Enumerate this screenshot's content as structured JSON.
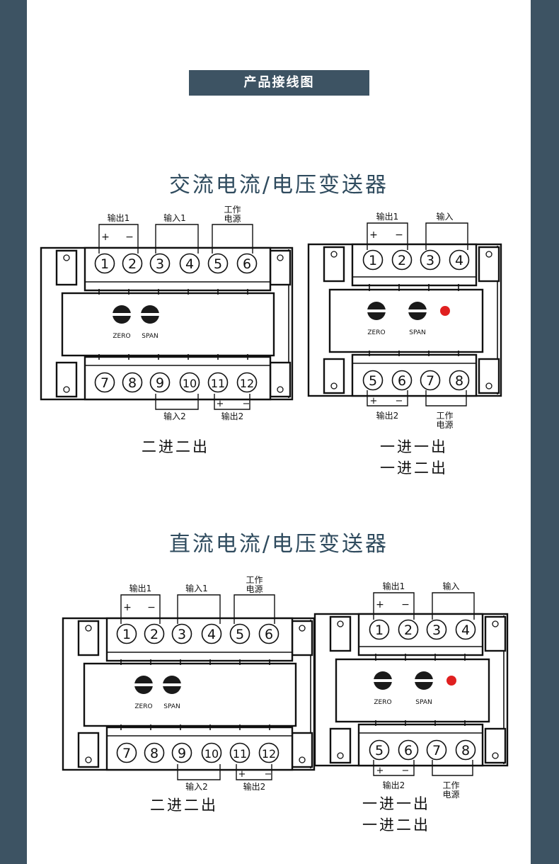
{
  "banner": "产品接线图",
  "sections": [
    {
      "title": "交流电流/电压变送器",
      "left": {
        "top_terms": [
          "1",
          "2",
          "3",
          "4",
          "5",
          "6"
        ],
        "bot_terms": [
          "7",
          "8",
          "9",
          "10",
          "11",
          "12"
        ],
        "top_groups": {
          "g1": "输出1",
          "g2": "输入1",
          "g3a": "工作",
          "g3b": "电源"
        },
        "bot_groups": {
          "g1": "输入2",
          "g2": "输出2"
        },
        "pol_plus": "+",
        "pol_minus": "−",
        "zero": "ZERO",
        "span": "SPAN",
        "caption": [
          "二进二出"
        ]
      },
      "right": {
        "top_terms": [
          "1",
          "2",
          "3",
          "4"
        ],
        "bot_terms": [
          "5",
          "6",
          "7",
          "8"
        ],
        "top_groups": {
          "g1": "输出1",
          "g2": "输入"
        },
        "bot_groups": {
          "g1": "输出2",
          "g2a": "工作",
          "g2b": "电源"
        },
        "pol_plus": "+",
        "pol_minus": "−",
        "zero": "ZERO",
        "span": "SPAN",
        "caption": [
          "一进一出",
          "一进二出"
        ]
      }
    },
    {
      "title": "直流电流/电压变送器",
      "left": {
        "top_terms": [
          "1",
          "2",
          "3",
          "4",
          "5",
          "6"
        ],
        "bot_terms": [
          "7",
          "8",
          "9",
          "10",
          "11",
          "12"
        ],
        "top_groups": {
          "g1": "输出1",
          "g2": "输入1",
          "g3a": "工作",
          "g3b": "电源"
        },
        "bot_groups": {
          "g1": "输入2",
          "g2": "输出2"
        },
        "pol_plus": "+",
        "pol_minus": "−",
        "zero": "ZERO",
        "span": "SPAN",
        "caption": [
          "二进二出"
        ]
      },
      "right": {
        "top_terms": [
          "1",
          "2",
          "3",
          "4"
        ],
        "bot_terms": [
          "5",
          "6",
          "7",
          "8"
        ],
        "top_groups": {
          "g1": "输出1",
          "g2": "输入"
        },
        "bot_groups": {
          "g1": "输出2",
          "g2a": "工作",
          "g2b": "电源"
        },
        "pol_plus": "+",
        "pol_minus": "−",
        "zero": "ZERO",
        "span": "SPAN",
        "caption": [
          "一进一出",
          "一进二出"
        ]
      }
    }
  ],
  "colors": {
    "frame": "#3d5363",
    "title": "#2f4b5e",
    "led": "#e02020",
    "line": "#111111"
  }
}
